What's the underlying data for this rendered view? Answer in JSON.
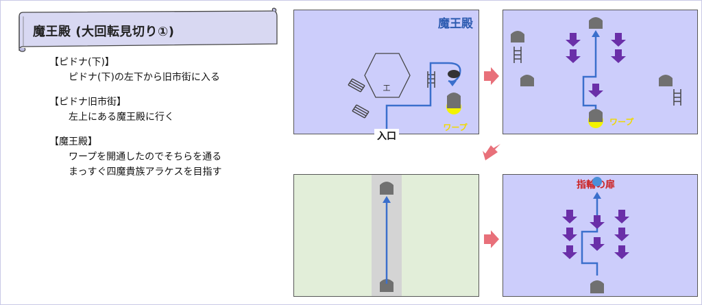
{
  "title": "魔王殿 (大回転見切り①)",
  "notes": [
    {
      "heading": "【ピドナ(下)】",
      "lines": [
        "ピドナ(下)の左下から旧市街に入る"
      ]
    },
    {
      "heading": "【ピドナ旧市街】",
      "lines": [
        "左上にある魔王殿に行く"
      ]
    },
    {
      "heading": "【魔王殿】",
      "lines": [
        "ワープを開通したのでそちらを通る",
        "まっすぐ四魔貴族アラケスを目指す"
      ]
    }
  ],
  "panel1": {
    "label": "魔王殿",
    "entrance": "入口",
    "warp": "ワープ"
  },
  "panel2": {
    "warp": "ワープ"
  },
  "panel4": {
    "label": "指輪の扉"
  },
  "colors": {
    "panel_bg": "#cccdfb",
    "path": "#3a6fcc",
    "enemy": "#6a2fa8",
    "warp": "#f3f300",
    "next_arrow": "#e8707a",
    "green_bg": "#e2eed9"
  }
}
